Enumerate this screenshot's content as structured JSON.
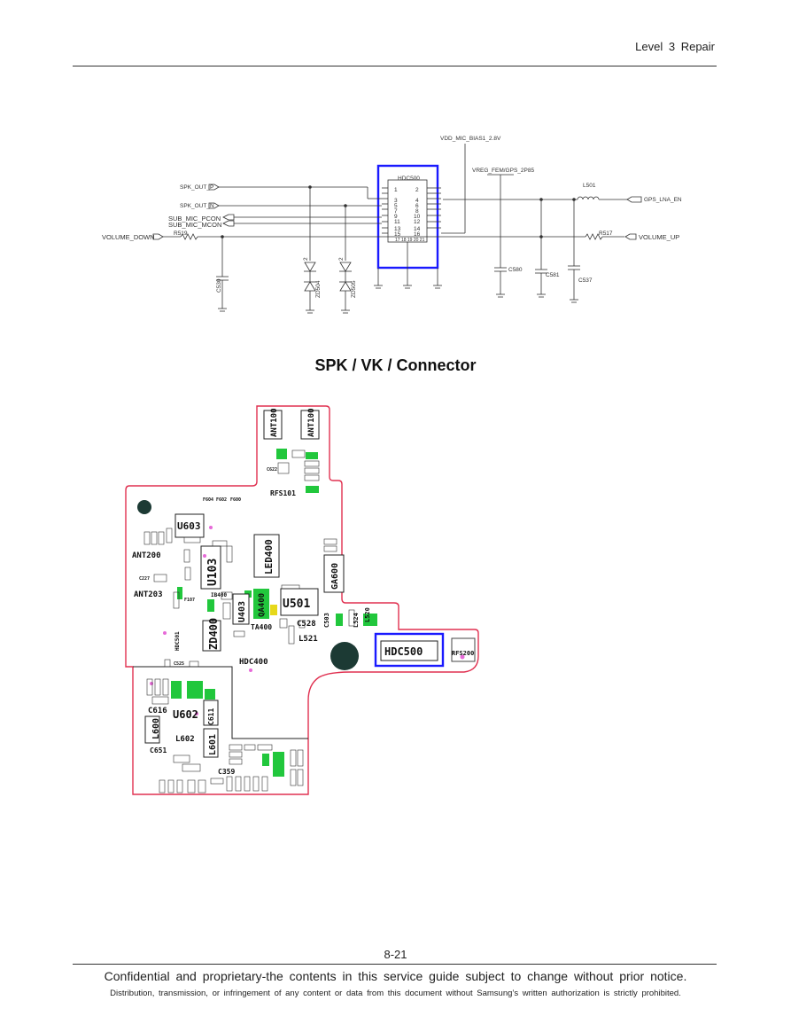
{
  "header": {
    "level_word": "Level",
    "level_number": "3",
    "level_suffix": "Repair"
  },
  "schematic": {
    "ic_name": "HDC500",
    "nets": {
      "vdd_mic": "VDD_MIC_BIAS1_2.8V",
      "vreg_fem": "VREG_FEM/GPS_2P85",
      "spk_out_p": "SPK_OUT_P",
      "spk_out_n": "SPK_OUT_N",
      "sub_mic_pcon": "SUB_MIC_PCON",
      "sub_mic_mcon": "SUB_MIC_MCON",
      "volume_down": "VOLUME_DOWN",
      "volume_up": "VOLUME_UP",
      "gps_lna_en": "GPS_LNA_EN"
    },
    "parts": {
      "r519": "R519",
      "r517": "R517",
      "l501": "L501",
      "c580": "C580",
      "c581": "C581",
      "c537": "C537",
      "c530": "C530",
      "zd504": "ZD504",
      "zd505": "ZD505"
    },
    "pins_left": [
      "1",
      "3",
      "5",
      "7",
      "9",
      "11",
      "13",
      "15"
    ],
    "pins_right": [
      "2",
      "4",
      "6",
      "8",
      "10",
      "12",
      "14",
      "16"
    ],
    "pins_bottom": "17 18 19 20 21",
    "diode_pin": "2"
  },
  "title": "SPK / VK / Connector",
  "pcb": {
    "components": {
      "ant100a": "ANT100",
      "ant100b": "ANT100",
      "rfs101": "RFS101",
      "u603": "U603",
      "ant200": "ANT200",
      "ant203": "ANT203",
      "u103": "U103",
      "led400": "LED400",
      "ga600": "GA600",
      "u403": "U403",
      "qa400": "QA400",
      "u501": "U501",
      "c528": "C528",
      "l521": "L521",
      "c503": "C503",
      "l524": "L524",
      "l520": "L520",
      "ta400": "TA400",
      "zd400": "ZD400",
      "hdc501": "HDC501",
      "hdc400": "HDC400",
      "hdc500": "HDC500",
      "rfs200": "RFS200",
      "u602": "U602",
      "c616": "C616",
      "l600": "L600",
      "l602": "L602",
      "c611": "C611",
      "l601": "L601",
      "c651": "C651",
      "c359": "C359",
      "c525": "C525",
      "c622": "C622",
      "f604": "F604",
      "f602": "F602",
      "f600": "F600",
      "c227": "C227",
      "f107": "F107",
      "ib400": "IB400"
    }
  },
  "page_number": "8-21",
  "footer": {
    "notice": "Confidential and proprietary-the contents in this service guide subject to change without prior notice.",
    "distribution": "Distribution, transmission, or infringement of any content or data from this document without Samsung’s written authorization is strictly prohibited."
  }
}
